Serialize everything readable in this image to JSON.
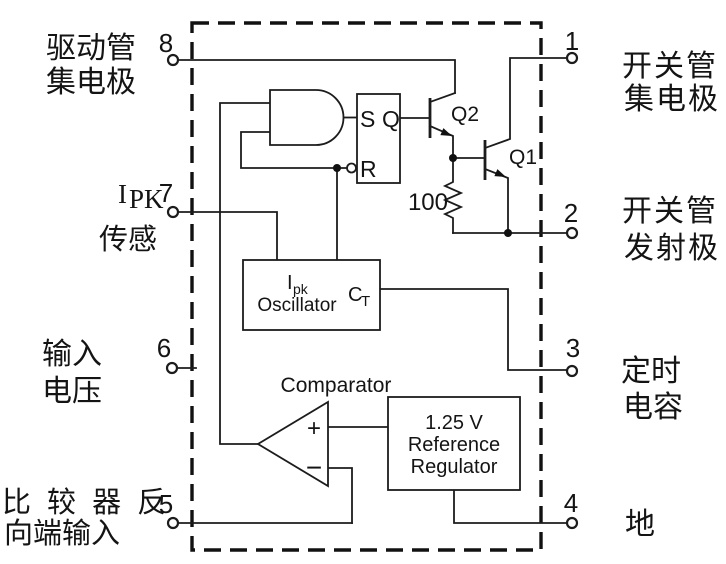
{
  "ic": {
    "pins": {
      "p1": {
        "num": "1",
        "line1": "开关管",
        "line2": "集电极"
      },
      "p2": {
        "num": "2",
        "line1": "开关管",
        "line2": "发射极"
      },
      "p3": {
        "num": "3",
        "line1": "定时",
        "line2": "电容"
      },
      "p4": {
        "num": "4",
        "line1": "地"
      },
      "p5": {
        "num": "5",
        "line1": "比 较 器 反",
        "line2": "向端输入"
      },
      "p6": {
        "num": "6",
        "line1": "输入",
        "line2": "电压"
      },
      "p7": {
        "num": "7",
        "label_main": "I",
        "label_sub": "PK",
        "line2": "传感"
      },
      "p8": {
        "num": "8",
        "line1": "驱动管",
        "line2": "集电极"
      }
    },
    "latch": {
      "s": "S",
      "q": "Q",
      "r": "R"
    },
    "oscillator": {
      "i_main": "I",
      "i_sub": "pk",
      "name": "Oscillator",
      "ct_main": "C",
      "ct_sub": "T"
    },
    "comparator": {
      "label": "Comparator",
      "plus": "+",
      "minus": "−"
    },
    "reference": {
      "line1": "1.25 V",
      "line2": "Reference",
      "line3": "Regulator"
    },
    "transistors": {
      "q1": "Q1",
      "q2": "Q2"
    },
    "resistor": {
      "value": "100"
    }
  },
  "colors": {
    "line": "#1c1c1c",
    "background": "#ffffff"
  }
}
